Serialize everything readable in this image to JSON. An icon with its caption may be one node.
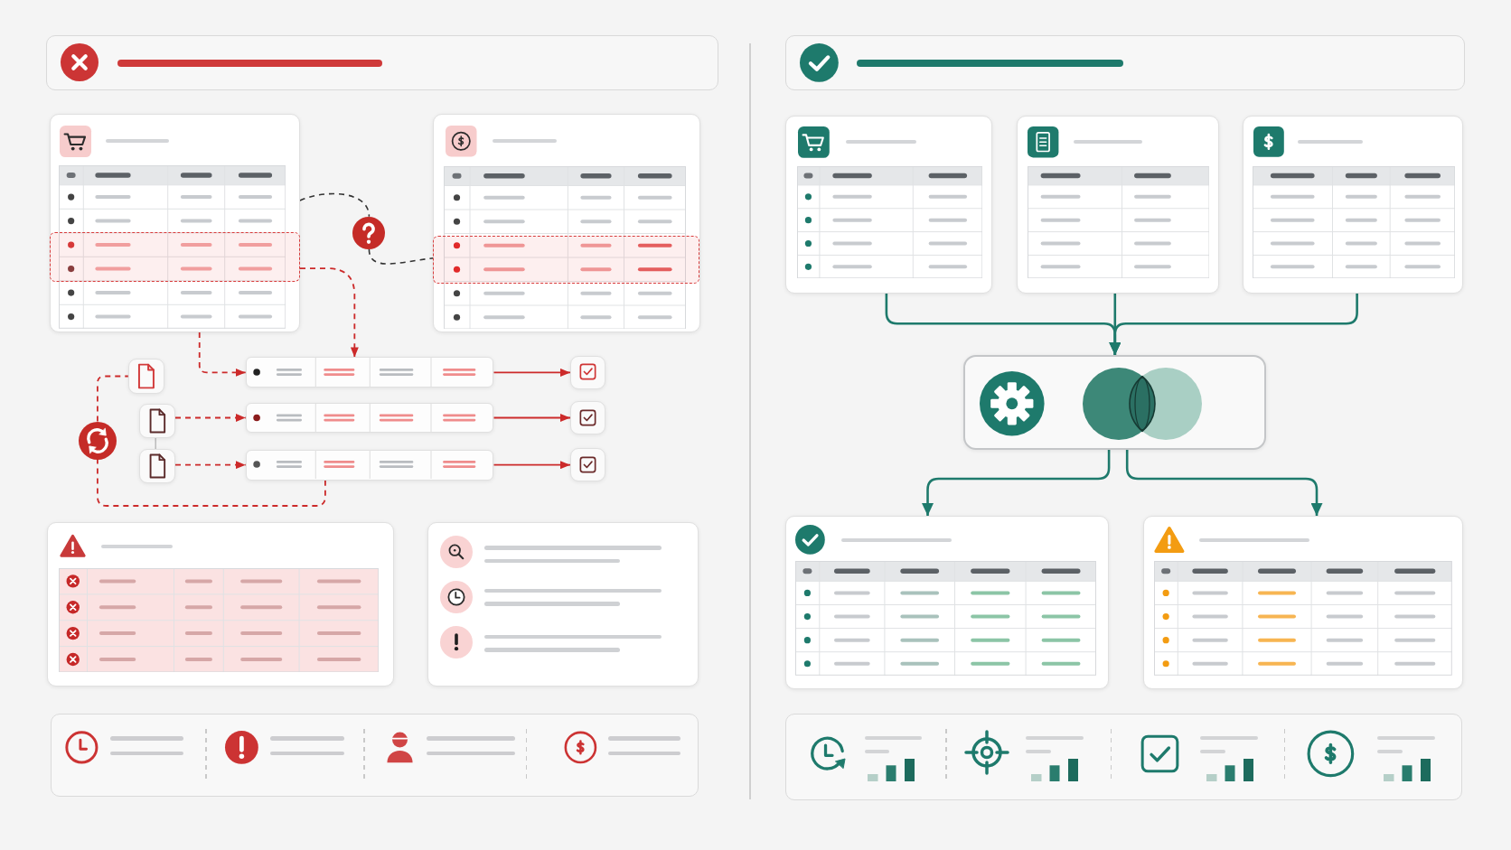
{
  "diagram": {
    "nodes": [
      {
        "text": [],
        "shape": "box"
      },
      {
        "text": [],
        "shape": "box"
      },
      {
        "text": [],
        "shape": "box",
        "in": 1
      },
      {
        "text": [],
        "shape": "circle"
      },
      {
        "text": [],
        "shape": "box"
      },
      {
        "text": [],
        "shape": "box",
        "in": 4
      },
      {
        "text": [],
        "shape": "box"
      },
      {
        "text": [],
        "shape": "box"
      },
      {
        "text": [],
        "shape": "box"
      },
      {
        "text": [],
        "shape": "circle"
      },
      {
        "text": [],
        "shape": "box"
      },
      {
        "text": [],
        "shape": "box"
      },
      {
        "text": [],
        "shape": "box"
      },
      {
        "text": [],
        "shape": "box"
      },
      {
        "text": [],
        "shape": "box"
      },
      {
        "text": [],
        "shape": "box"
      },
      {
        "text": [],
        "shape": "box"
      },
      {
        "text": [],
        "shape": "box"
      },
      {
        "text": [],
        "shape": "box"
      },
      {
        "text": [],
        "shape": "box"
      },
      {
        "text": [],
        "shape": "box"
      },
      {
        "text": [],
        "shape": "box"
      },
      {
        "text": [],
        "shape": "box"
      },
      {
        "text": [],
        "shape": "box"
      },
      {
        "text": [],
        "shape": "box"
      },
      {
        "text": [],
        "shape": "box"
      },
      {
        "text": [],
        "shape": "box"
      }
    ],
    "edges": [
      {
        "from": 1,
        "to": 3,
        "arrow": "none",
        "style": "dashed",
        "color": "#333333"
      },
      {
        "from": 3,
        "to": 5,
        "arrow": "none",
        "style": "dashed",
        "color": "#333333"
      },
      {
        "from": 2,
        "to": 7,
        "arrow": "to",
        "style": "dashed"
      },
      {
        "from": 1,
        "to": 7,
        "arrow": "to",
        "style": "dashed"
      },
      {
        "from": 14,
        "to": 9,
        "arrow": "none",
        "style": "dashed"
      },
      {
        "from": 9,
        "to": 6,
        "arrow": "none",
        "style": "dashed"
      },
      {
        "from": 10,
        "to": 11,
        "arrow": "to",
        "style": "dashed"
      },
      {
        "from": 13,
        "to": 14,
        "arrow": "to",
        "style": "dashed"
      },
      {
        "from": 7,
        "to": 8,
        "arrow": "to"
      },
      {
        "from": 11,
        "to": 12,
        "arrow": "to"
      },
      {
        "from": 14,
        "to": 15,
        "arrow": "to"
      },
      {
        "from": 10,
        "to": 13,
        "arrow": "none",
        "color": "#bbbbbb"
      },
      {
        "from": 20,
        "to": 23,
        "arrow": "to",
        "color": "#1e7a6c"
      },
      {
        "from": 21,
        "to": 23,
        "arrow": "to",
        "color": "#1e7a6c"
      },
      {
        "from": 22,
        "to": 23,
        "arrow": "to",
        "color": "#1e7a6c"
      },
      {
        "from": 23,
        "to": 24,
        "arrow": "to",
        "color": "#1e7a6c"
      },
      {
        "from": 23,
        "to": 25,
        "arrow": "to",
        "color": "#1e7a6c"
      }
    ]
  }
}
